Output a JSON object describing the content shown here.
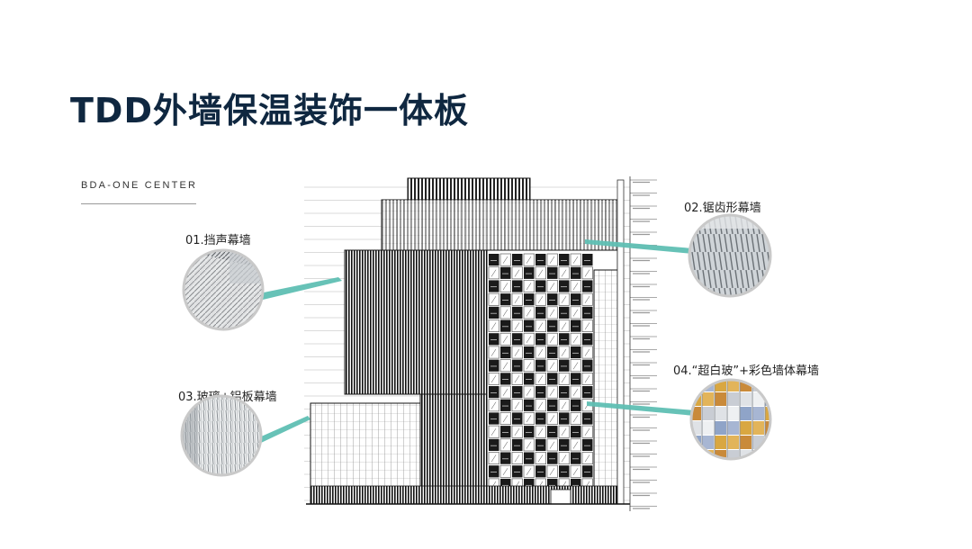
{
  "page": {
    "title": "TDD外墙保温装饰一体板",
    "project": "BDA-ONE CENTER"
  },
  "callouts": [
    {
      "label": "01.挡声幕墙"
    },
    {
      "label": "02.锯齿形幕墙"
    },
    {
      "label": "03.玻璃+铝板幕墙"
    },
    {
      "label": "04.“超白玻”+彩色墙体幕墙"
    }
  ],
  "colors": {
    "title": "#0f2740",
    "leader": "#5fbfb3",
    "drawing_line": "#111111"
  }
}
